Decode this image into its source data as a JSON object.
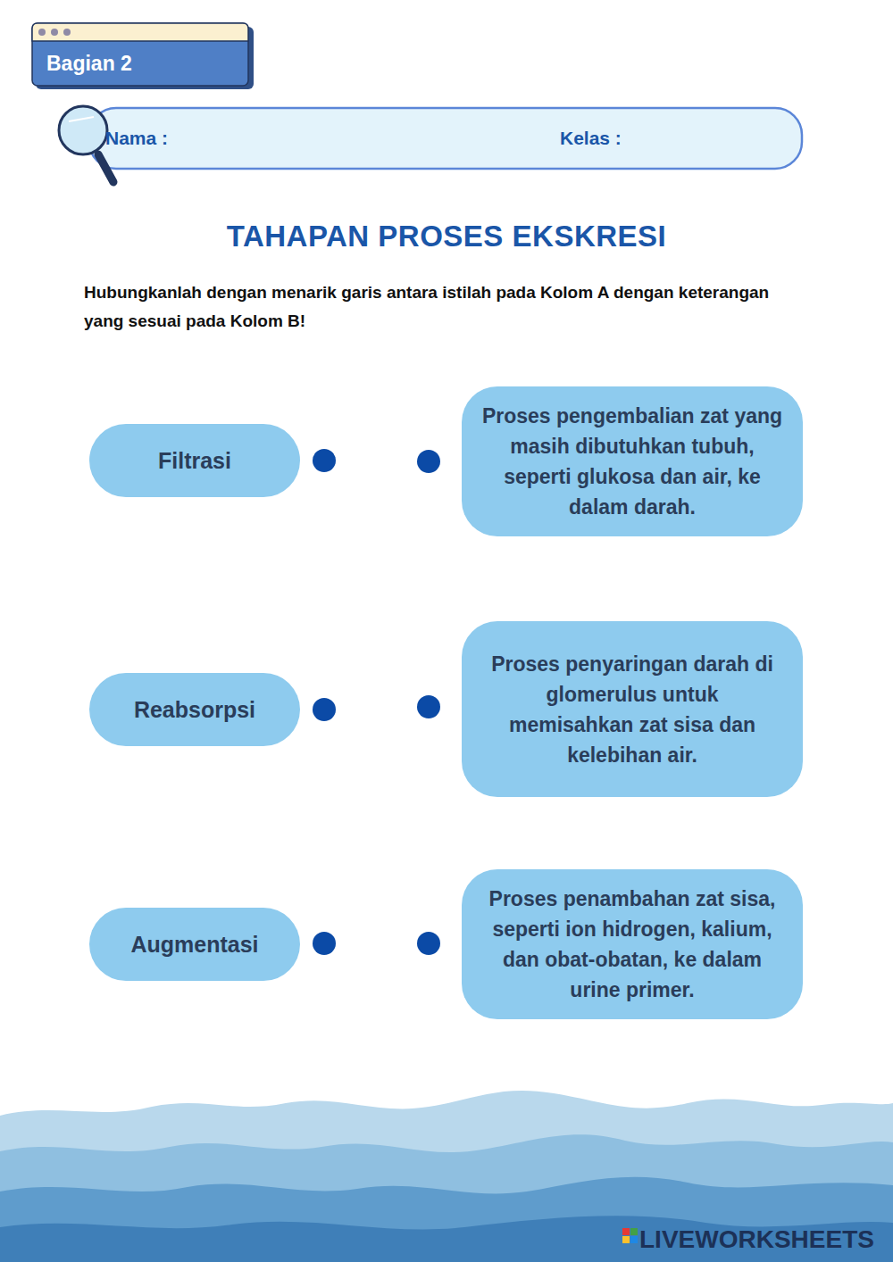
{
  "diagram": {
    "title": "TAHAPAN PROSES EKSKRESI",
    "nodes": [
      {
        "text": [
          "Bagian 2"
        ]
      },
      {
        "text": [
          "Nama :",
          "Kelas :"
        ]
      },
      {
        "text": [
          "Filtrasi"
        ]
      },
      {
        "text": [
          "Proses pengembalian zat yang masih dibutuhkan tubuh, seperti glukosa dan air, ke dalam darah."
        ]
      },
      {
        "text": [
          "Reabsorpsi"
        ]
      },
      {
        "text": [
          "Proses penyaringan darah di glomerulus untuk memisahkan zat sisa dan kelebihan air."
        ]
      },
      {
        "text": [
          "Augmentasi"
        ]
      },
      {
        "text": [
          "Proses penambahan zat sisa, seperti ion hidrogen, kalium, dan obat-obatan, ke dalam urine primer."
        ]
      }
    ],
    "labels": [
      "Hubungkanlah dengan menarik garis antara istilah pada Kolom A dengan keterangan yang sesuai pada Kolom B!",
      "LIVEWORKSHEETS"
    ]
  }
}
